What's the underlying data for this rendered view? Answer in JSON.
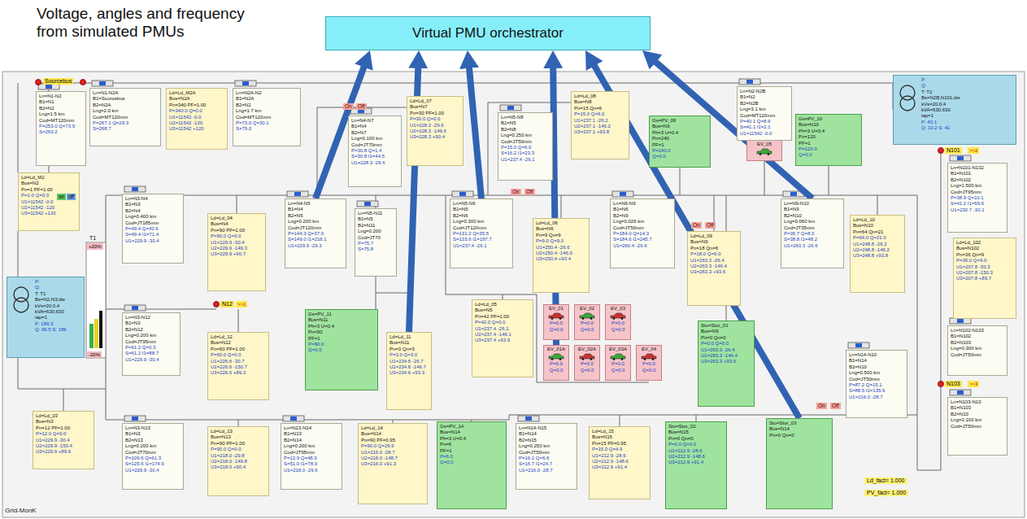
{
  "diagram": {
    "title": "Voltage, angles and frequency from simulated PMUs",
    "nodes": [
      {
        "text": [
          "Virtual PMU orchestrator"
        ]
      },
      {
        "text": [
          "Ln=N1-N2",
          "B1=N1",
          "B2=N2",
          "Lng=1.5 km",
          "Cod=MT120mm",
          "P=253.0 Q=73.9",
          "S=263.2"
        ]
      },
      {
        "text": [
          "Ln=N1-N2A",
          "B1=Sourcebus",
          "B2=N2A",
          "Lng=2.0 km",
          "Cod=MT120mm",
          "P=267.1 Q=29.3",
          "S=268.7"
        ]
      },
      {
        "text": [
          "Ld=Ld_M2A",
          "Bus=N2A",
          "Pn=340 PF=1.00",
          "P=340.0 Q=0.0",
          "U1=11542 -0.0",
          "U2=11542 -120",
          "U3=11542 +120"
        ]
      },
      {
        "text": [
          "Ln=N2A-N2",
          "B1=N2A",
          "B2=N2",
          "Lng=1.7 km",
          "Cod=MT120mm",
          "P=73.0 Q=30.1",
          "S=79.0"
        ]
      },
      {
        "text": [
          "Ln=N4-N7",
          "B1=N4",
          "B2=N7",
          "Lng=0.100 km",
          "Cod=JT70mm",
          "P=30.8 Q=1.4",
          "S=30.8 I1=44.5",
          "U1=228.3 -29.6"
        ]
      },
      {
        "text": [
          "Ld=Ld_07",
          "Bus=N7",
          "Pn=30 PF=1.00",
          "P=30.0 Q=0.0",
          "U1=228.3 -29.6",
          "U2=228.3 -149.6",
          "U3=228.3 +90.4"
        ]
      },
      {
        "text": [
          "Ln=N5-N8",
          "B1=N5",
          "B2=N8",
          "Lng=0.250 km",
          "Cod=JT50mm",
          "P=15.0 Q=6.0",
          "S=16.2 I1=23.3",
          "U1=237.4 -26.1"
        ]
      },
      {
        "text": [
          "Ld=Ld_08",
          "Bus=N8",
          "Pn=15 Qn=6",
          "P=15.0 Q=6.0",
          "U1=237.1 -26.2",
          "U2=237.1 -146.2",
          "U3=237.1 +93.8"
        ]
      },
      {
        "text": [
          "Gs=PV_09",
          "Bus=N9",
          "Ph=3 U=0.4",
          "Pn=240",
          "PF=1",
          "P=240.0",
          "Q=0.0"
        ]
      },
      {
        "text": [
          "EV_05"
        ]
      },
      {
        "text": [
          "Gs=PV_10",
          "Bus=N10",
          "Ph=3 U=0.4",
          "Pn=120",
          "PF=1",
          "P=120.0",
          "Q=0.0"
        ]
      },
      {
        "text": [
          "Ln=N2-N2B",
          "B1=N2",
          "B2=N2B",
          "Lng=3.1 km",
          "Cod=MT120mm",
          "P=40.1 Q=8.9",
          "S=41.1 I1=2.1",
          "U1=11542 -0.0"
        ]
      },
      {
        "text": [
          "P:",
          "Q:",
          "T: T2",
          "Bs=N2B,N101;dw",
          "kVs=20,0.4",
          "kVA=630,630",
          "tap=1",
          "P: 40.1",
          "Q: 10.2 S: 41"
        ]
      },
      {
        "text": [
          "Ln=N101-N102",
          "B1=N101",
          "B2=N102",
          "Lng=1.500 km",
          "Cod=JT95mm",
          "P=38.9 Q=10.1",
          "S=41.2 I1=69.6",
          "U1=230.7 -30.1"
        ]
      },
      {
        "text": [
          "Ld=Ld_102",
          "Bus=N102",
          "Pn=36 Qn=9",
          "P=36.0 Q=9.0",
          "U1=207.8 -30.3",
          "U2=207.8 -150.3",
          "U3=207.8 +89.7"
        ]
      },
      {
        "text": [
          "Ln=N102-N103",
          "B1=N102",
          "B2=N103",
          "Lng=0.300 km",
          "Cod=JT50mm"
        ]
      },
      {
        "text": [
          "Ln=N103-N10",
          "B1=N103",
          "B2=N10",
          "Lng=2.100 km",
          "Cod=JT50mm"
        ]
      },
      {
        "text": [
          "Ld=Ld_M2",
          "Bus=N2",
          "Pn=1 PF=1.00",
          "P=1.0 Q=0.0",
          "U1=11542 -0.0",
          "U2=11542 -120",
          "U3=11542 +120"
        ]
      },
      {
        "text": [
          "P:",
          "Q:",
          "T: T1",
          "Bs=N2,N3;dw",
          "kVs=20,0.4",
          "kVA=630,630",
          "tap=1",
          "P: 189.3",
          "Q: 96.5 S: 186"
        ]
      },
      {
        "text": [
          "Ln=N3-N4",
          "B1=N3",
          "B2=N4",
          "Lng=0.400 km",
          "Cod=JT185mm",
          "P=49.4 Q=43.6",
          "S=49.4 I1=71.4",
          "U1=229.9 -30.4"
        ]
      },
      {
        "text": [
          "Ld=Ld_04",
          "Bus=N4",
          "Pn=90 PF=1.00",
          "P=90.0 Q=0.0",
          "U1=229.9 -30.4",
          "U2=229.9 -149.3",
          "U3=229.9 +90.7"
        ]
      },
      {
        "text": [
          "Ln=N4-N5",
          "B1=N4",
          "B2=N5",
          "Lng=0.200 km",
          "Cod=JT120mm",
          "P=144.3 Q=37.0",
          "S=149.0 I1=216.1",
          "U1=229.9 -29.3"
        ]
      },
      {
        "text": [
          "Ln=N5-N11",
          "B1=N5",
          "B2=N11",
          "Lng=0.200",
          "Cod=JT70",
          "P=75.7",
          "S=75.8"
        ]
      },
      {
        "text": [
          "Ln=N5-N6",
          "B1=N5",
          "B2=N6",
          "Lng=0.300 km",
          "Cod=JT120mm",
          "P=131.2 Q=35.5",
          "S=133.6 I1=197.7",
          "U1=237.4 -26.1"
        ]
      },
      {
        "text": [
          "Ld=Ld_06",
          "Bus=N6",
          "Pn=9 Qn=9",
          "P=9.0 Q=9.0",
          "U1=250.4 -26.6",
          "U2=250.4 -146.6",
          "U3=250.4 +93.4"
        ]
      },
      {
        "text": [
          "Ln=N6-N9",
          "B1=N6",
          "B2=N9",
          "Lng=0.026 km",
          "Cod=JT50mm",
          "P=184.0 Q=14.3",
          "S=184.6 I1=245.7",
          "U1=260.4 -26.6"
        ]
      },
      {
        "text": [
          "Ld=Ld_09",
          "Bus=N9",
          "Pn=18 Qn=6",
          "P=18.0 Q=6.0",
          "U1=263.3 -26.4",
          "U2=263.3 -146.4",
          "U3=263.3 +93.6"
        ]
      },
      {
        "text": [
          "Ln=N9-N10",
          "B1=N9",
          "B2=N10",
          "Lng=0.060 km",
          "Cod=JT35mm",
          "P=36.7 Q=8.0",
          "S=38.8 I1=48.2",
          "U1=263.3 -26.6"
        ]
      },
      {
        "text": [
          "Ld=Ld_10",
          "Bus=N10",
          "Pn=64 Qn=21",
          "P=64.0 Q=21.0",
          "U1=248.8 -26.2",
          "U2=248.8 -146.2",
          "U3=248.8 +93.8"
        ]
      },
      {
        "text": [
          "Ln=N3-N12",
          "B1=N3",
          "B2=N12",
          "Lng=0.200 km",
          "Cod=JT95mm",
          "P=61.2 Q=0.3",
          "S=61.2 I1=88.7",
          "U1=229.9 -30.4"
        ]
      },
      {
        "text": [
          "Ld=Ld_12",
          "Bus=N12",
          "Pn=60 PF=1.00",
          "P=60.0 Q=0.0",
          "U1=226.6 -30.7",
          "U2=226.6 -150.7",
          "U3=226.6 +89.3"
        ]
      },
      {
        "text": [
          "Gs=PV_11",
          "Bus=N11",
          "Ph=3 U=0.4",
          "Pn=90",
          "PF=1",
          "P=90.0",
          "Q=0.0"
        ]
      },
      {
        "text": [
          "Ld=Ld_11",
          "Bus=N11",
          "Pn=3 Qn=3",
          "P=3.0 Q=3.0",
          "U1=234.6 -26.7",
          "U2=234.6 -146.7",
          "U3=234.6 +93.3"
        ]
      },
      {
        "text": [
          "Ld=Ld_05",
          "Bus=N5",
          "Pn=42 PF=1.00",
          "P=42.0 Q=0.0",
          "U1=237.4 -26.1",
          "U2=237.4 -146.1",
          "U3=237.4 +93.9"
        ]
      },
      {
        "text": [
          "EV_01",
          "P=0.0",
          "Q=0.0"
        ]
      },
      {
        "text": [
          "EV_02",
          "P=0.0",
          "Q=0.0"
        ]
      },
      {
        "text": [
          "EV_03",
          "P=0.0",
          "Q=0.0"
        ]
      },
      {
        "text": [
          "EV_01A",
          "P=0.0",
          "Q=0.0"
        ]
      },
      {
        "text": [
          "EV_02A",
          "P=0.0",
          "Q=0.0"
        ]
      },
      {
        "text": [
          "EV_03A",
          "P=0.0",
          "Q=0.0"
        ]
      },
      {
        "text": [
          "EV_04",
          "P=0.0",
          "Q=0.0"
        ]
      },
      {
        "text": [
          "Sto=Stor_01",
          "Bus=N9",
          "Pn=0 Qn=0",
          "P=0.0 Q=0.0",
          "U1=263.3 -26.4",
          "U2=263.3 -146.4",
          "U3=263.3 +93.6"
        ]
      },
      {
        "text": [
          "Ld=Ld_03",
          "Bus=N3",
          "Pn=12 PF=1.00",
          "P=12.0 Q=0.0",
          "U1=229.9 -30.4",
          "U2=229.9 -150.4",
          "U3=229.9 +89.6"
        ]
      },
      {
        "text": [
          "Ln=N3-N13",
          "B1=N3",
          "B2=N13",
          "Lng=0.200 km",
          "Cod=JT70mm",
          "P=109.6 Q=61.3",
          "S=125.6 I1=174.9",
          "U1=229.9 -30.4"
        ]
      },
      {
        "text": [
          "Ld=Ld_13",
          "Bus=N13",
          "Pn=90 PF=1.00",
          "P=90.0 Q=0.0",
          "U1=218.0 -29.8",
          "U2=218.0 -149.8",
          "U3=218.0 +90.4"
        ]
      },
      {
        "text": [
          "Ln=N13-N14",
          "B1=N13",
          "B2=N14",
          "Lng=0.200 km",
          "Cod=JT95mm",
          "P=13.9 Q=48.9",
          "S=51.0 I1=78.0",
          "U1=218.0 -29.6"
        ]
      },
      {
        "text": [
          "Ld=Ld_14",
          "Bus=N14",
          "Pn=90 PF=0.95",
          "P=90.0 Q=29.6",
          "U1=216.0 -28.7",
          "U2=216.0 -148.7",
          "U3=216.0 +91.3"
        ]
      },
      {
        "text": [
          "Gs=PV_14",
          "Bus=N14",
          "Ph=3 U=0.4",
          "Pn=6",
          "PF=1",
          "P=6.0",
          "Q=0.0"
        ]
      },
      {
        "text": [
          "Ln=N14-N15",
          "B1=N14",
          "B2=N15",
          "Lng=0.250 km",
          "Cod=JT50mm",
          "P=16.1 Q=6.6",
          "S=16.7 I1=24.7",
          "U1=216.0 -28.7"
        ]
      },
      {
        "text": [
          "Ld=Ld_15",
          "Bus=N15",
          "Pn=15 PF=0.95",
          "P=15.0 Q=4.9",
          "U1=212.9 -28.6",
          "U2=212.9 -148.6",
          "U3=212.9 +91.4"
        ]
      },
      {
        "text": [
          "Sto=Stor_02",
          "Bus=N15",
          "Pn=0 Qn=0",
          "P=0.0 Q=0.0",
          "U1=212.9 -28.6",
          "U2=212.9 -148.6",
          "U3=212.9 +91.4"
        ]
      },
      {
        "text": [
          "Sto=Stor_03",
          "Bus=N14",
          "Pn=0 Qn=0"
        ]
      },
      {
        "text": [
          "Ln=N14-N10",
          "B1=N14",
          "B2=N10",
          "Lng=0.500 km",
          "Cod=JT50mm",
          "P=87.2 Q=15.1",
          "S=88.5 I1=135.6",
          "U1=216.0 -28.7"
        ]
      }
    ],
    "edges": [
      {
        "from": 22,
        "to": 0,
        "arrow": "to"
      },
      {
        "from": 33,
        "to": 0,
        "arrow": "to"
      },
      {
        "from": 24,
        "to": 0,
        "arrow": "to"
      },
      {
        "from": 38,
        "to": 0,
        "arrow": "to"
      },
      {
        "from": 52,
        "to": 0,
        "arrow": "to"
      },
      {
        "from": 28,
        "to": 0,
        "arrow": "to"
      }
    ],
    "labels": [
      "Sourcebus",
      "On",
      "Off",
      "On",
      "Off",
      "On",
      "Off",
      "On",
      "Off",
      "on",
      "off",
      "T1",
      "+20%",
      "-20%",
      "N101",
      ">>2",
      "N103",
      ">>3",
      "N12",
      ">>1",
      "Ld_fact= 1.000",
      "PV_fact= 1.000",
      "Grid-MonK"
    ]
  }
}
